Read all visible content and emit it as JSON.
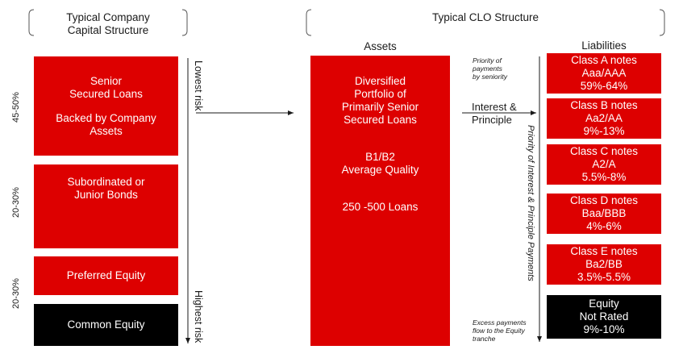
{
  "company": {
    "title_line1": "Typical Company",
    "title_line2": "Capital Structure",
    "senior": {
      "line1": "Senior",
      "line2": "Secured Loans",
      "line3": "Backed by Company",
      "line4": "Assets"
    },
    "subordinated": {
      "line1": "Subordinated or",
      "line2": "Junior Bonds"
    },
    "preferred": {
      "line1": "Preferred Equity"
    },
    "common": {
      "line1": "Common Equity"
    },
    "pct_senior": "45-50%",
    "pct_sub": "20-30%",
    "pct_equity": "20-30%",
    "lowest_risk": "Lowest risk",
    "highest_risk": "Highest risk"
  },
  "clo": {
    "title": "Typical CLO Structure",
    "assets_header": "Assets",
    "liabilities_header": "Liabilities",
    "assets_box": {
      "line1": "Diversified",
      "line2": "Portfolio of",
      "line3": "Primarily Senior",
      "line4": "Secured Loans",
      "line5": "B1/B2",
      "line6": "Average Quality",
      "line7": "250 -500 Loans"
    },
    "interest_line1": "Interest &",
    "interest_line2": "Principle",
    "priority_note_line1": "Priority of",
    "priority_note_line2": "payments",
    "priority_note_line3": "by seniority",
    "priority_vertical": "Priority of Interest & Principle Payments",
    "excess_note_line1": "Excess payments",
    "excess_note_line2": "flow to the Equity",
    "excess_note_line3": "tranche",
    "tranches": [
      {
        "name": "Class A notes",
        "rating": "Aaa/AAA",
        "range": "59%-64%"
      },
      {
        "name": "Class B notes",
        "rating": "Aa2/AA",
        "range": "9%-13%"
      },
      {
        "name": "Class C notes",
        "rating": "A2/A",
        "range": "5.5%-8%"
      },
      {
        "name": "Class D notes",
        "rating": "Baa/BBB",
        "range": "4%-6%"
      },
      {
        "name": "Class E notes",
        "rating": "Ba2/BB",
        "range": "3.5%-5.5%"
      },
      {
        "name": "Equity",
        "rating": "Not Rated",
        "range": "9%-10%"
      }
    ]
  },
  "colors": {
    "tranche_red": "#dd0000",
    "equity_black": "#000000"
  }
}
